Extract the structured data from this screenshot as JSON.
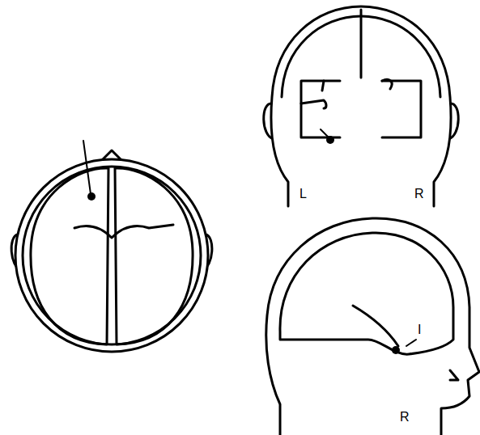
{
  "diagram": {
    "labels": [
      "L",
      "R",
      "I",
      "R"
    ]
  }
}
